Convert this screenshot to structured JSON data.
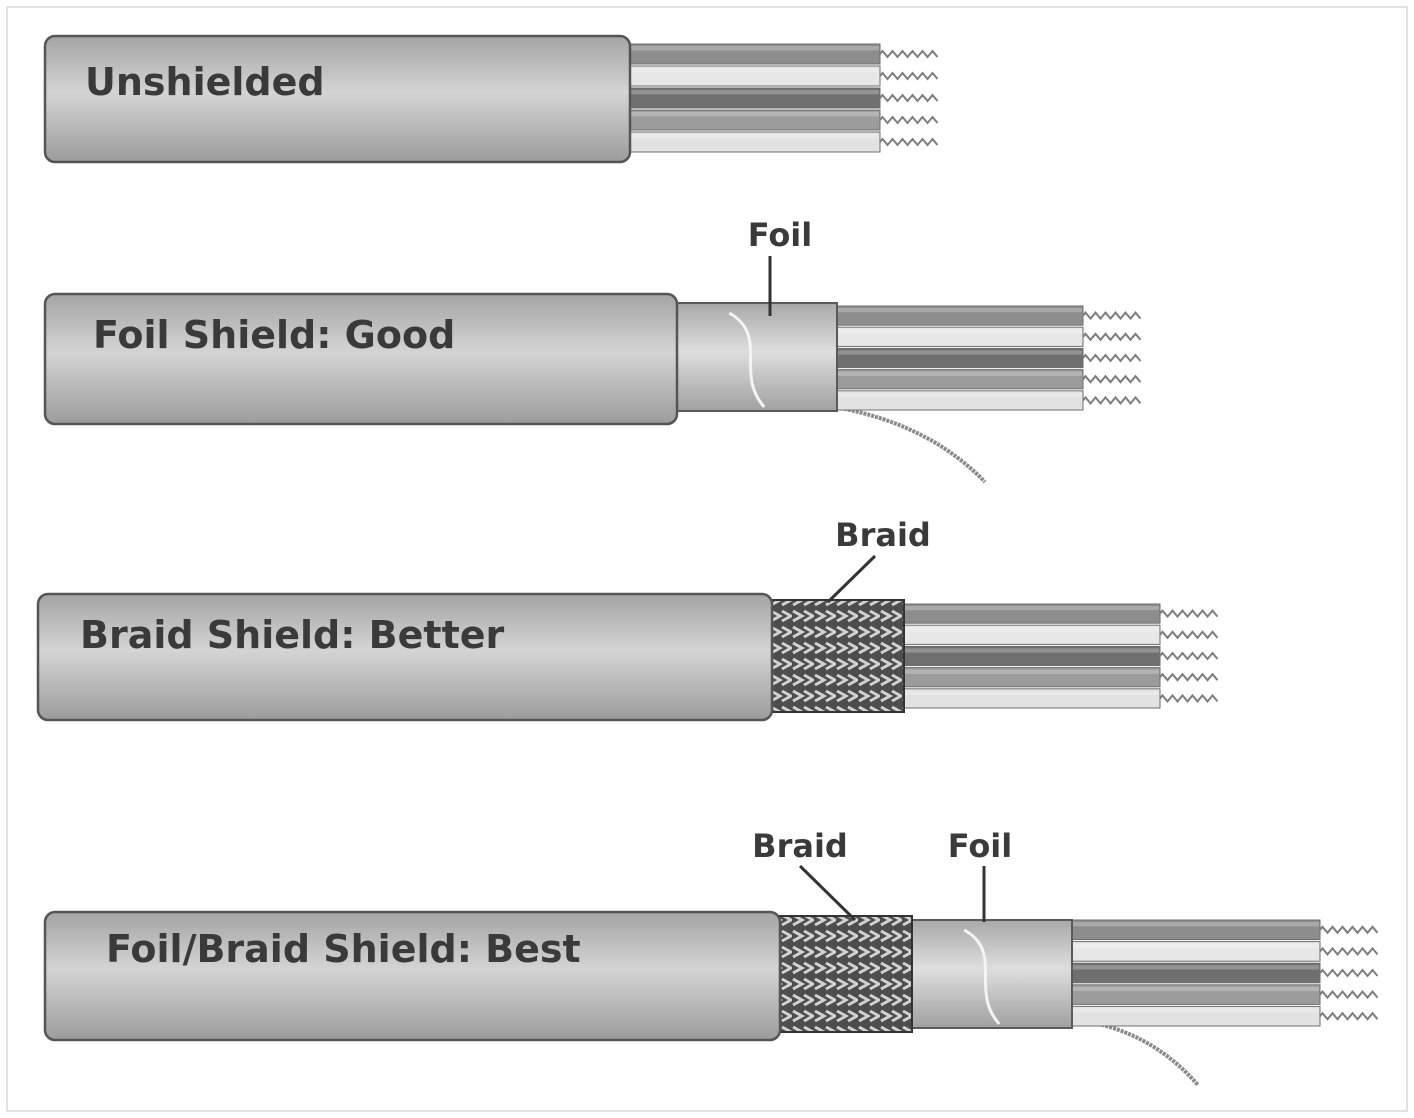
{
  "cables": [
    {
      "id": "unshielded",
      "label": "Unshielded"
    },
    {
      "id": "foil",
      "label": "Foil Shield: Good",
      "callouts": [
        "Foil"
      ]
    },
    {
      "id": "braid",
      "label": "Braid Shield: Better",
      "callouts": [
        "Braid"
      ]
    },
    {
      "id": "foil-braid",
      "label": "Foil/Braid Shield: Best",
      "callouts": [
        "Braid",
        "Foil"
      ]
    }
  ],
  "colors": {
    "jacket": "#b9b9b9",
    "jacket_outline": "#555555",
    "text": "#3a3a3a"
  }
}
